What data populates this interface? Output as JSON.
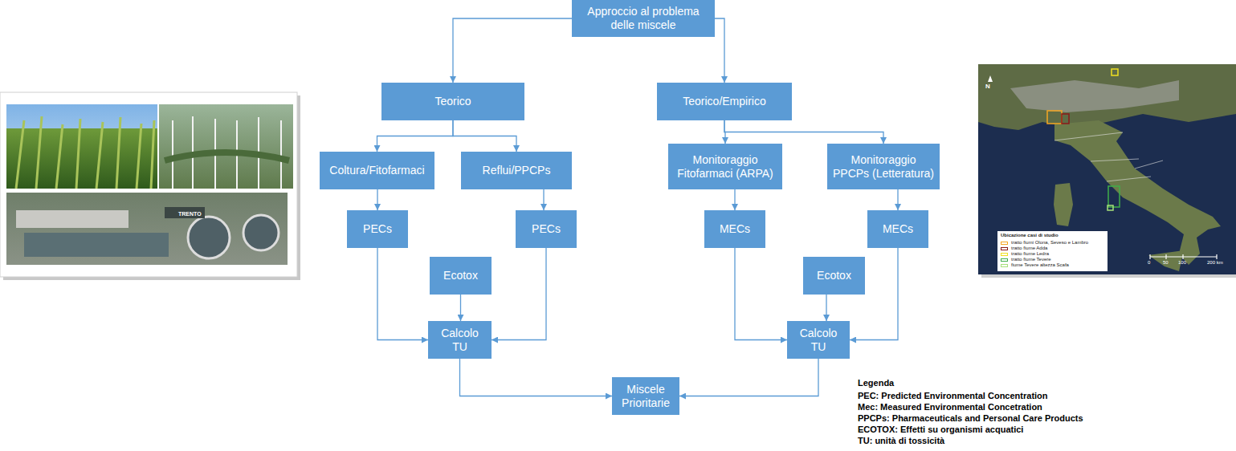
{
  "diagram": {
    "nodes": [
      {
        "text": [
          "Approccio al problema delle miscele"
        ]
      },
      {
        "text": [
          "Teorico"
        ]
      },
      {
        "text": [
          "Teorico/Empirico"
        ]
      },
      {
        "text": [
          "Coltura/Fitofarmaci"
        ]
      },
      {
        "text": [
          "Reflui/PPCPs"
        ]
      },
      {
        "text": [
          "Monitoraggio Fitofarmaci (ARPA)"
        ]
      },
      {
        "text": [
          "Monitoraggio PPCPs (Letteratura)"
        ]
      },
      {
        "text": [
          "PECs"
        ]
      },
      {
        "text": [
          "PECs"
        ]
      },
      {
        "text": [
          "MECs"
        ]
      },
      {
        "text": [
          "MECs"
        ]
      },
      {
        "text": [
          "Ecotox"
        ]
      },
      {
        "text": [
          "Calcolo TU"
        ]
      },
      {
        "text": [
          "Ecotox"
        ]
      },
      {
        "text": [
          "Calcolo TU"
        ]
      },
      {
        "text": [
          "Miscele Prioritarie"
        ]
      }
    ],
    "edges": [
      {
        "from": 0,
        "to": 1,
        "arrow": "to"
      },
      {
        "from": 0,
        "to": 2,
        "arrow": "to"
      },
      {
        "from": 1,
        "to": 3,
        "arrow": "to"
      },
      {
        "from": 1,
        "to": 4,
        "arrow": "to"
      },
      {
        "from": 2,
        "to": 5,
        "arrow": "to"
      },
      {
        "from": 2,
        "to": 6,
        "arrow": "to"
      },
      {
        "from": 3,
        "to": 7,
        "arrow": "to"
      },
      {
        "from": 4,
        "to": 8,
        "arrow": "to"
      },
      {
        "from": 5,
        "to": 9,
        "arrow": "to"
      },
      {
        "from": 6,
        "to": 10,
        "arrow": "to"
      },
      {
        "from": 7,
        "to": 12,
        "arrow": "to"
      },
      {
        "from": 11,
        "to": 12,
        "arrow": "to"
      },
      {
        "from": 8,
        "to": 12,
        "arrow": "to"
      },
      {
        "from": 9,
        "to": 14,
        "arrow": "to"
      },
      {
        "from": 13,
        "to": 14,
        "arrow": "to"
      },
      {
        "from": 10,
        "to": 14,
        "arrow": "to"
      },
      {
        "from": 12,
        "to": 15,
        "arrow": "to"
      },
      {
        "from": 14,
        "to": 15,
        "arrow": "to"
      }
    ],
    "labels": [
      "TRENTO",
      "N",
      "Ubicazione casi di studio",
      "0",
      "50",
      "100",
      "200 km",
      "Legenda"
    ],
    "legend": [
      {
        "text": "PEC: Predicted Environmental Concentration"
      },
      {
        "text": "Mec: Measured Environmental Concetration"
      },
      {
        "text": "PPCPs: Pharmaceuticals and Personal Care Products"
      },
      {
        "text": "ECOTOX: Effetti su organismi acquatici"
      },
      {
        "text": "TU: unità di tossicità"
      },
      {
        "text": "tratto fiumi Olona, Seveso e Lambro",
        "color": "#f5a623"
      },
      {
        "text": "tratto fiume Adda",
        "color": "#8b1a1a"
      },
      {
        "text": "tratto fiume Ledra",
        "color": "#f0e020"
      },
      {
        "text": "tratto fiume Tevere",
        "color": "#3fae49"
      },
      {
        "text": "fiume Tevere altezza Scafa",
        "color": "#a6e07a"
      }
    ]
  }
}
